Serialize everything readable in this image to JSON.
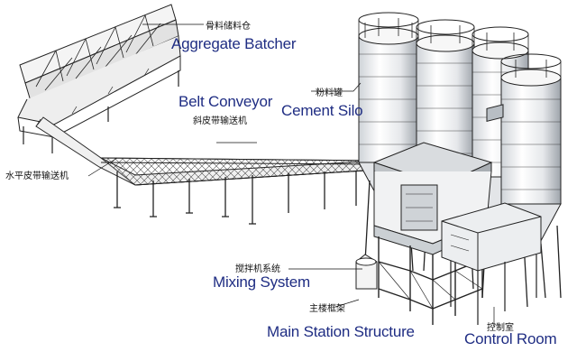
{
  "labels": {
    "aggregate_batcher": {
      "zh": "骨料储料仓",
      "en": "Aggregate Batcher"
    },
    "belt_conveyor": {
      "zh": "斜皮带输送机",
      "en": "Belt Conveyor"
    },
    "horizontal_belt": {
      "zh": "水平皮带输送机"
    },
    "cement_silo": {
      "zh": "粉料罐",
      "en": "Cement Silo"
    },
    "mixing_system": {
      "zh": "搅拌机系统",
      "en": "Mixing System"
    },
    "main_station": {
      "zh": "主楼框架",
      "en": "Main Station Structure"
    },
    "control_room": {
      "zh": "控制室",
      "en": "Control Room"
    }
  },
  "colors": {
    "english_label": "#1f2d83",
    "chinese_label": "#111111",
    "line_art": "#222222"
  }
}
